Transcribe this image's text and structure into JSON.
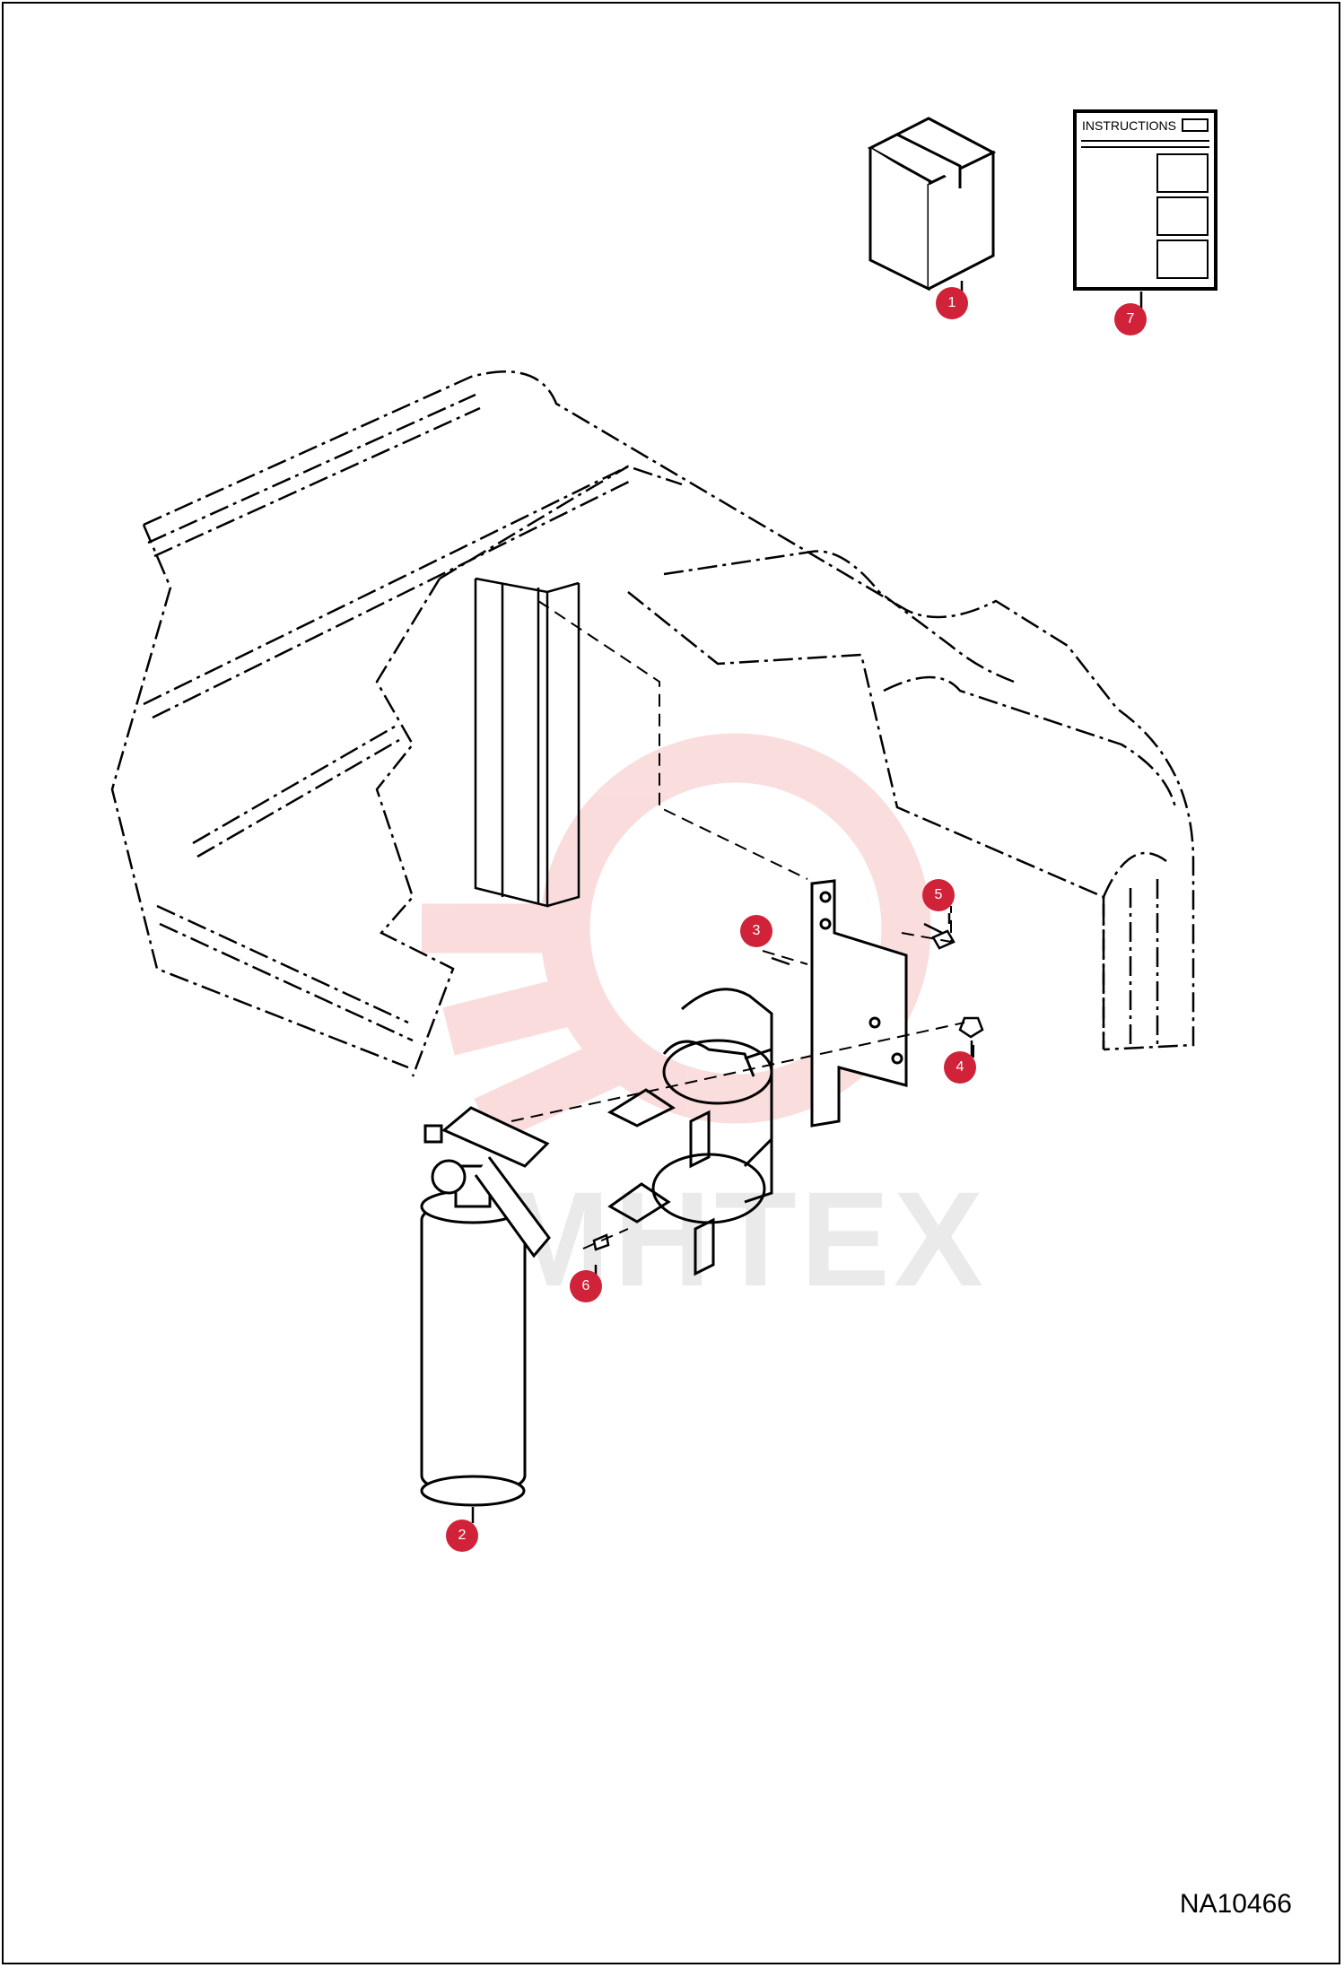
{
  "document_id": "NA10466",
  "watermark_text": "MHTEX",
  "instructions_label": "INSTRUCTIONS",
  "callouts": [
    {
      "num": "1",
      "part": "box"
    },
    {
      "num": "7",
      "part": "instruction-sheet"
    },
    {
      "num": "5",
      "part": "bolt"
    },
    {
      "num": "3",
      "part": "bracket"
    },
    {
      "num": "4",
      "part": "nut"
    },
    {
      "num": "6",
      "part": "screw"
    },
    {
      "num": "2",
      "part": "fire-extinguisher"
    }
  ],
  "colors": {
    "callout": "#d0233a",
    "line": "#000000",
    "watermark": "#f3b9b9"
  }
}
